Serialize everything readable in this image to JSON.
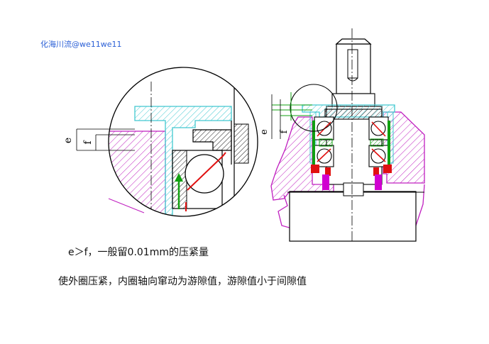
{
  "watermark": "化海川流@we11we11",
  "detail_labels": {
    "e": "e",
    "f": "f"
  },
  "main_labels": {
    "e": "e",
    "f": "f"
  },
  "captions": {
    "line1": "e＞f，一般留0.01mm的压紧量",
    "line2": "使外圈压紧，内圈轴向窜动为游隙值，游隙值小于间隙值"
  },
  "colors": {
    "housing": "#c020c0",
    "cover": "#40c8d0",
    "outline": "#000000",
    "red": "#e01010",
    "green": "#10a010"
  }
}
